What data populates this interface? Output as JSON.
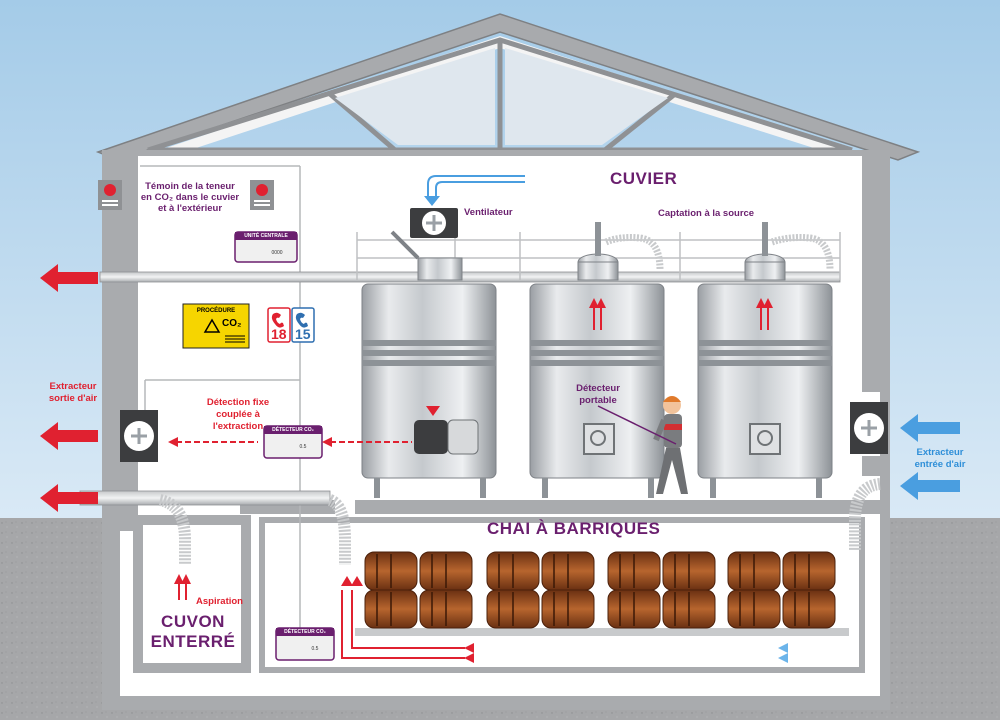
{
  "labels": {
    "cuvier": "CUVIER",
    "chai": "CHAI À BARRIQUES",
    "cuvon_line1": "CUVON",
    "cuvon_line2": "ENTERRÉ",
    "temoin": "Témoin de la teneur en CO₂ dans le cuvier et à l'extérieur",
    "ventilateur": "Ventilateur",
    "captation": "Captation à la source",
    "detecteur_portable_l1": "Détecteur",
    "detecteur_portable_l2": "portable",
    "extracteur_sortie_l1": "Extracteur",
    "extracteur_sortie_l2": "sortie d'air",
    "detection_fixe_l1": "Détection fixe",
    "detection_fixe_l2": "couplée à",
    "detection_fixe_l3": "l'extraction",
    "extracteur_entree_l1": "Extracteur",
    "extracteur_entree_l2": "entrée d'air",
    "aspiration": "Aspiration"
  },
  "devices": {
    "unite_centrale": "UNITÉ CENTRALE",
    "unite_centrale_val": "0000",
    "detecteur_co2": "DÉTECTEUR CO₂",
    "detecteur_val": "0.5"
  },
  "procedure": {
    "title": "PROCÉDURE",
    "co2": "CO₂"
  },
  "phones": {
    "fire": "18",
    "samu": "15"
  },
  "colors": {
    "sky_top": "#9fc7e6",
    "ground": "#a8a9ab",
    "wall": "#ffffff",
    "label_purple": "#6a1f6e",
    "exhaust_red": "#e02130",
    "intake_blue": "#2f8fd8",
    "barrel_wood": "#9a4f22",
    "procedure_yellow": "#f6d500"
  }
}
